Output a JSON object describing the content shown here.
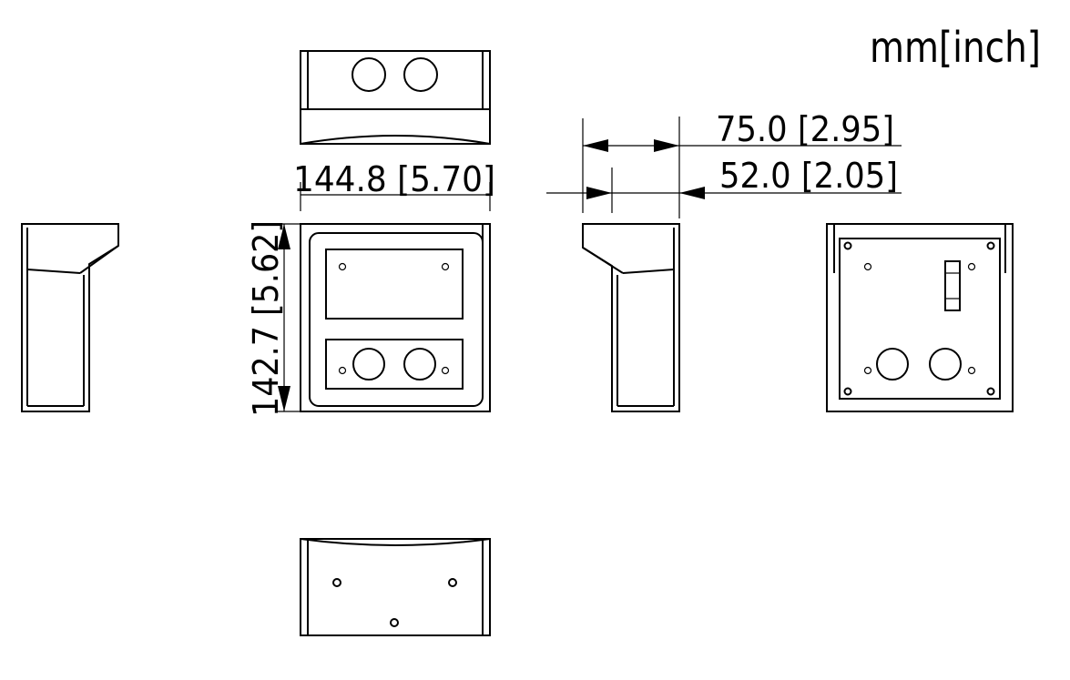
{
  "units": "mm[inch]",
  "dimensions": {
    "width": "144.8  [5.70]",
    "height": "142.7  [5.62]",
    "depth_top": "75.0  [2.95]",
    "depth_bottom": "52.0  [2.05]"
  }
}
